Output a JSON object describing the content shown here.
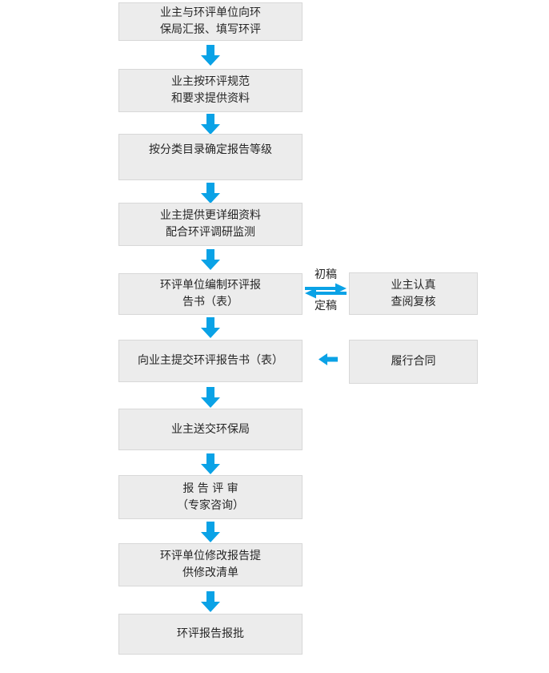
{
  "colors": {
    "arrow": "#0aa2e6",
    "box_fill": "#ececec",
    "box_border": "#d8d8d8",
    "text": "#262626"
  },
  "icons": {
    "down_arrow": "↓",
    "swap_arrows": "⇄",
    "left_arrow": "←"
  },
  "flow": {
    "steps": [
      {
        "lines": [
          "业主与环评单位向环",
          "保局汇报、填写环评"
        ]
      },
      {
        "lines": [
          "业主按环评规范",
          "和要求提供资料"
        ]
      },
      {
        "lines": [
          "按分类目录确定报告等级"
        ]
      },
      {
        "lines": [
          "业主提供更详细资料",
          "配合环评调研监测"
        ]
      },
      {
        "lines": [
          "环评单位编制环评报",
          "告书（表）"
        ]
      },
      {
        "lines": [
          "向业主提交环评报告书（表）"
        ]
      },
      {
        "lines": [
          "业主送交环保局"
        ]
      },
      {
        "lines": [
          "报 告 评 审",
          "（专家咨询）"
        ]
      },
      {
        "lines": [
          "环评单位修改报告提",
          "供修改清单"
        ]
      },
      {
        "lines": [
          "环评报告报批"
        ]
      }
    ],
    "side_boxes": [
      {
        "lines": [
          "业主认真",
          "查阅复核"
        ]
      },
      {
        "lines": [
          "履行合同"
        ]
      }
    ],
    "connector_labels": {
      "draft": "初稿",
      "final": "定稿"
    }
  }
}
